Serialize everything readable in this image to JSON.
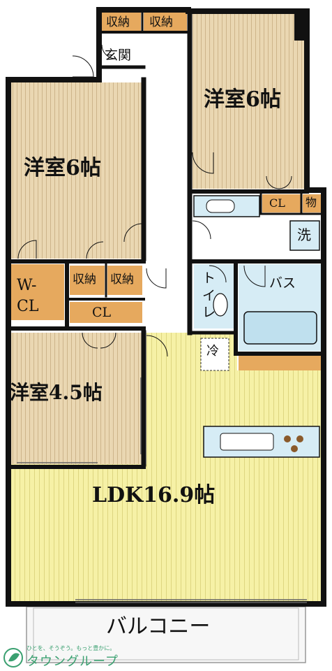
{
  "rooms": {
    "western_top_right": "洋室6帖",
    "western_left": "洋室6帖",
    "western_small": "洋室4.5帖",
    "ldk": "LDK16.9帖",
    "balcony": "バルコニー",
    "entrance": "玄関",
    "bath": "バス",
    "toilet": "トイレ"
  },
  "storage": {
    "storage_top_1": "収納",
    "storage_top_2": "収納",
    "storage_mid_1": "収納",
    "storage_mid_2": "収納",
    "cl_mid": "CL",
    "cl_right": "CL",
    "wcl": "W-\nCL",
    "mono": "物",
    "sen": "洗",
    "rei": "冷"
  },
  "logo": {
    "sub": "ひとを、そうぞう。もっと豊かに。",
    "main": "タウングループ"
  },
  "colors": {
    "wood": "#ead7b2",
    "ldk": "#f6f1a6",
    "storage": "#e6a95e",
    "water": "#d6ecf5",
    "wall": "#111111"
  }
}
